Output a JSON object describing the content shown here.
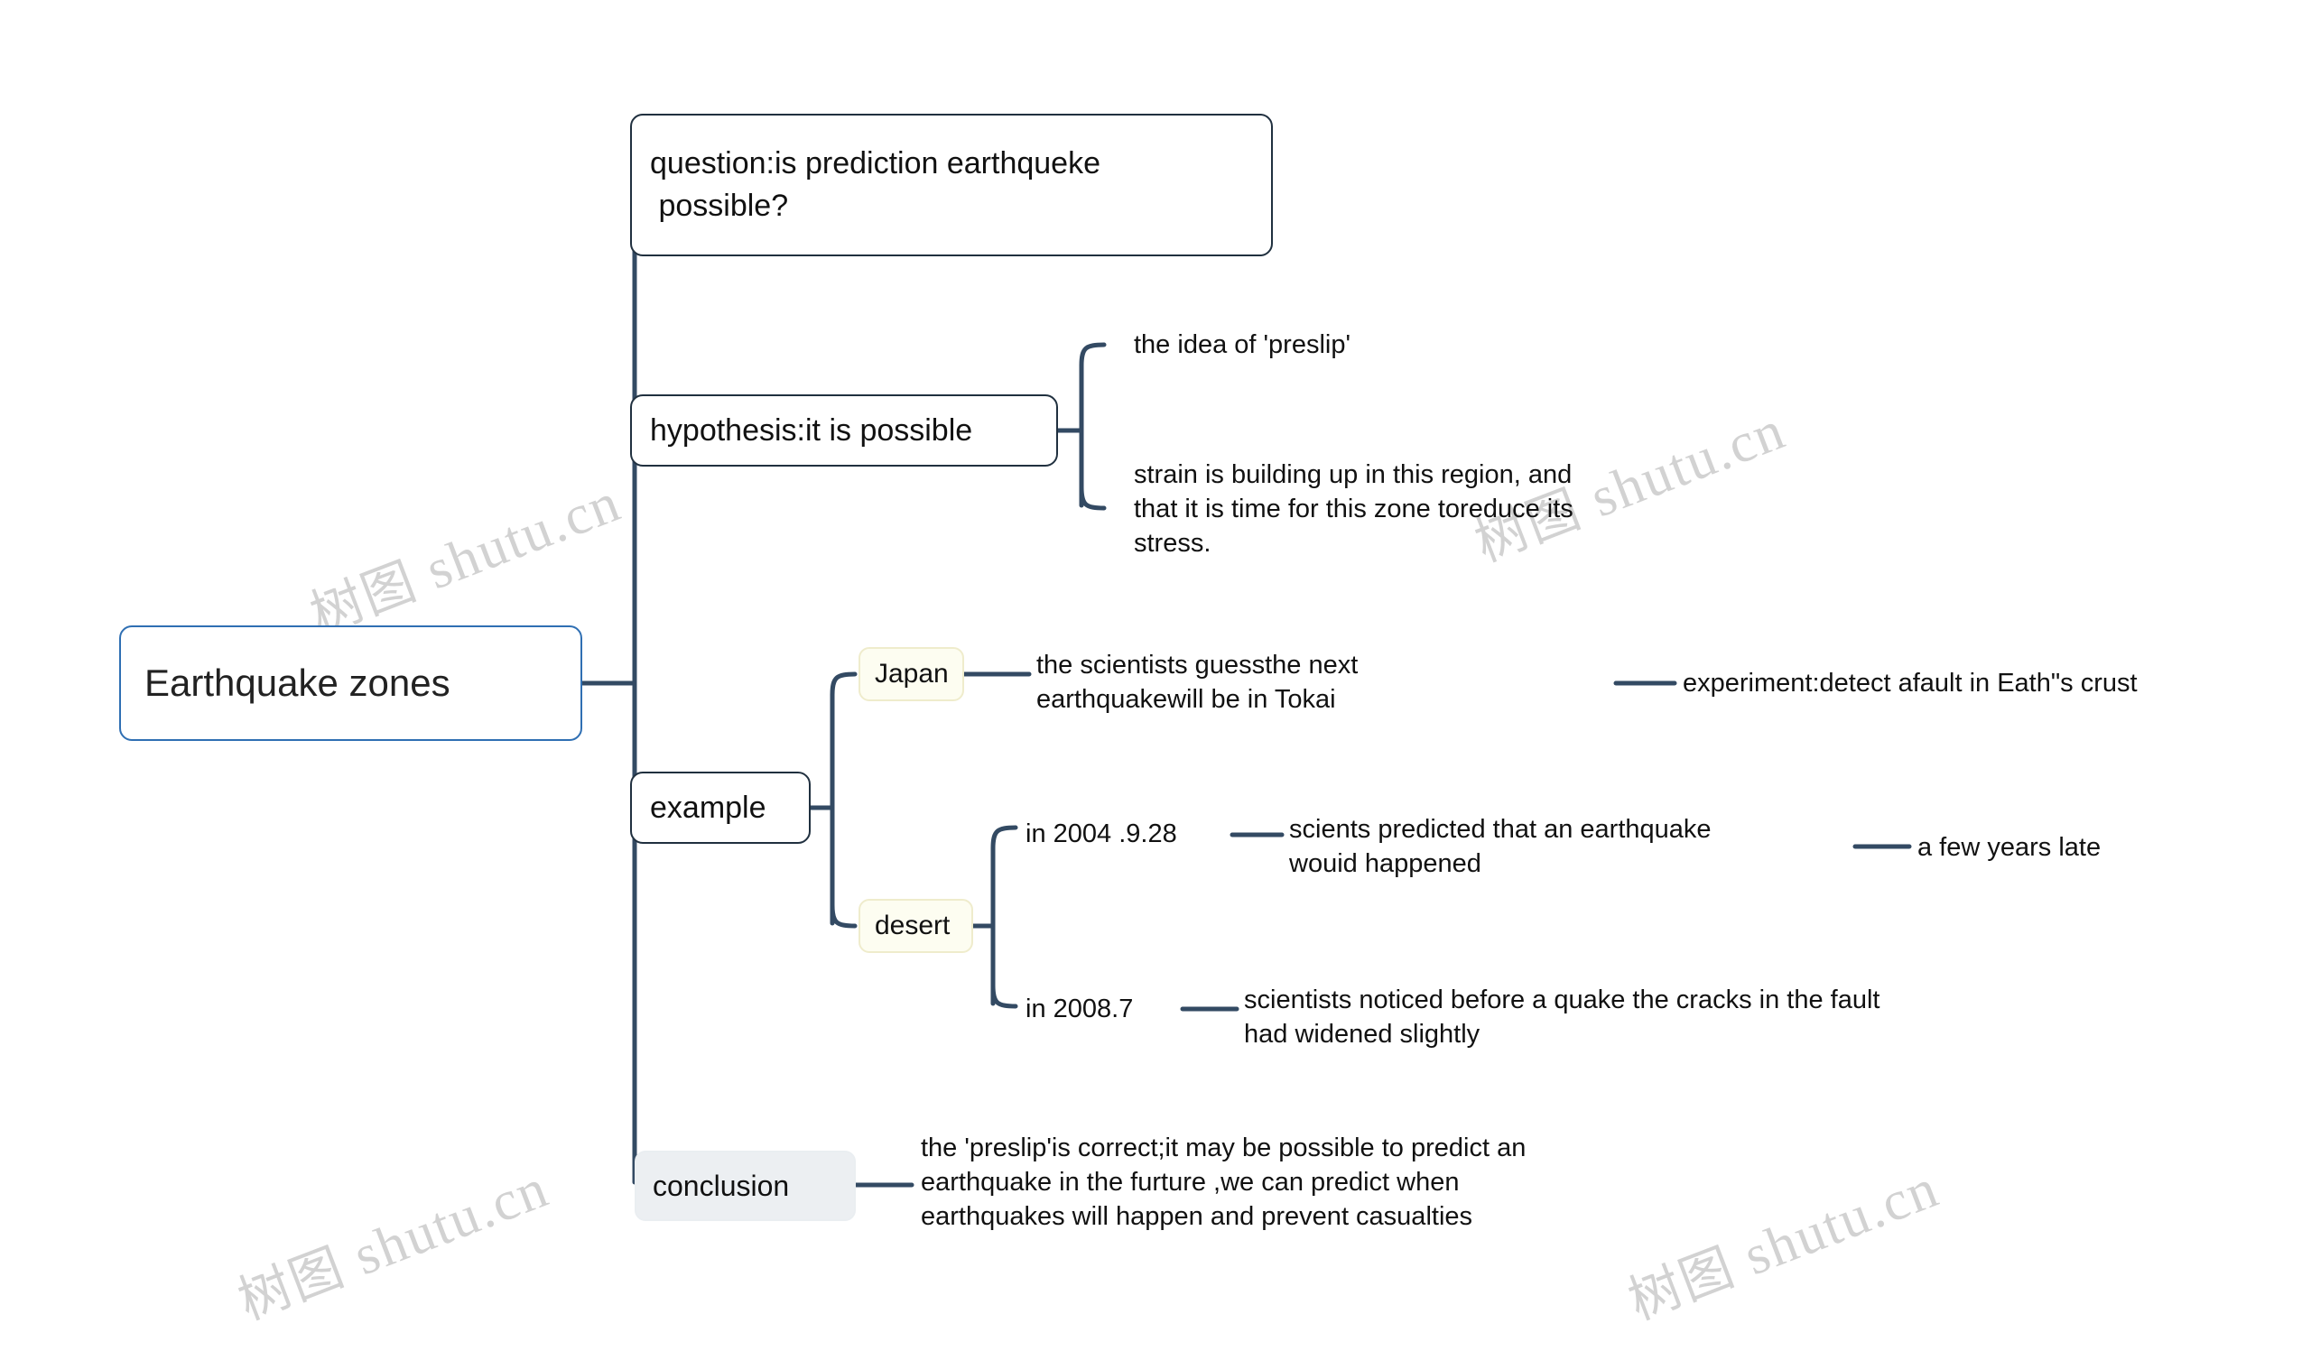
{
  "document": {
    "title": "Earthquake zones",
    "watermark_text_cjk": "树图",
    "watermark_text_latin": "shutu.cn",
    "background_color": "#ffffff",
    "line_color": "#334a63",
    "root_border_color": "#2f6fb3"
  },
  "root": {
    "label": "Earthquake zones"
  },
  "branches": {
    "question": {
      "label": "question:is prediction earthqueke\n possible?"
    },
    "hypothesis": {
      "label": "hypothesis:it is possible",
      "children": [
        {
          "label": "the idea of 'preslip'"
        },
        {
          "label": "strain is building up in this region, and\nthat it is time for this zone toreduce its\nstress."
        }
      ]
    },
    "example": {
      "label": "example",
      "children": [
        {
          "label": "Japan",
          "children": [
            {
              "label": "the scientists guessthe next\nearthquakewill be in Tokai",
              "children": [
                {
                  "label": "experiment:detect afault in Eath\"s crust"
                }
              ]
            }
          ]
        },
        {
          "label": "desert",
          "children": [
            {
              "label": "in 2004 .9.28",
              "children": [
                {
                  "label": "scients predicted that an earthquake\nwouid happened",
                  "children": [
                    {
                      "label": "a few years late"
                    }
                  ]
                }
              ]
            },
            {
              "label": "in 2008.7",
              "children": [
                {
                  "label": "scientists noticed before a quake the cracks in the fault\nhad widened slightly"
                }
              ]
            }
          ]
        }
      ]
    },
    "conclusion": {
      "label": "conclusion",
      "children": [
        {
          "label": "the 'preslip'is correct;it may be possible to predict an\nearthquake in the furture ,we can predict when\nearthquakes will happen and prevent casualties"
        }
      ]
    }
  }
}
